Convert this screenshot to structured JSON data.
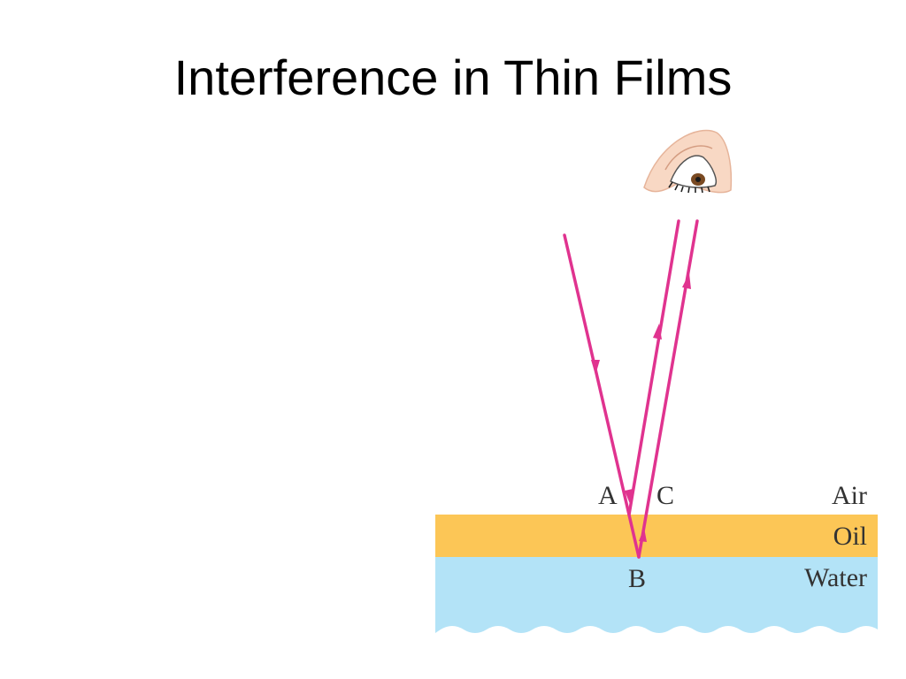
{
  "slide": {
    "title": "Interference in Thin Films"
  },
  "diagram": {
    "labels": {
      "point_a": "A",
      "point_b": "B",
      "point_c": "C",
      "air": "Air",
      "oil": "Oil",
      "water": "Water"
    },
    "icons": {
      "observer": "eye-icon"
    },
    "colors": {
      "ray": "#e0338f",
      "oil_layer": "#fcc656",
      "water_layer": "#b3e3f7",
      "label_text": "#333333"
    }
  }
}
